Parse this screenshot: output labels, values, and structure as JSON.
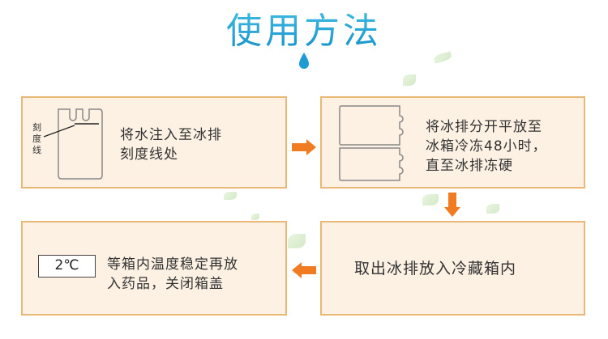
{
  "title": "使用方法",
  "colors": {
    "accent": "#1aa5d6",
    "arrow": "#f07b21",
    "box_bg": "#fdf1e4",
    "box_border": "#e9b877"
  },
  "steps": [
    {
      "label_small_1": "刻",
      "label_small_2": "度",
      "label_small_3": "线",
      "line1": "将水注入至冰排",
      "line2": "刻度线处"
    },
    {
      "line1": "将冰排分开平放至",
      "line2": "冰箱冷冻48小时，",
      "line3": "直至冰排冻硬"
    },
    {
      "line1": "取出冰排放入冷藏箱内"
    },
    {
      "temp": "2℃",
      "line1": "等箱内温度稳定再放",
      "line2": "入药品，关闭箱盖"
    }
  ],
  "icons": [
    "water-drop-icon",
    "ice-pack-icon",
    "ice-packs-stacked-icon",
    "thermometer-display-icon",
    "arrow-right-icon",
    "arrow-down-icon",
    "arrow-left-icon"
  ]
}
